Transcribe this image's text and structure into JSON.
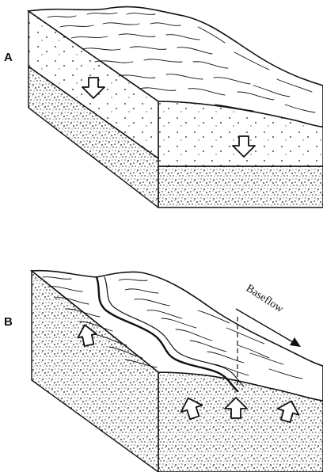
{
  "panels": [
    {
      "id": "a",
      "label": "A",
      "flow": "downward"
    },
    {
      "id": "b",
      "label": "B",
      "flow": "upward"
    }
  ],
  "annotations": {
    "baseflow_label": "Baseflow"
  },
  "colors": {
    "ink": "#111111",
    "background": "#ffffff"
  }
}
